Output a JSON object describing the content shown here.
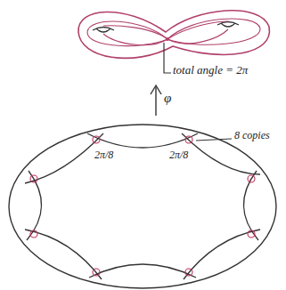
{
  "diagram": {
    "labels": [
      "total angle = 2π",
      "φ",
      "2π/8",
      "2π/8",
      "8 copies"
    ]
  }
}
